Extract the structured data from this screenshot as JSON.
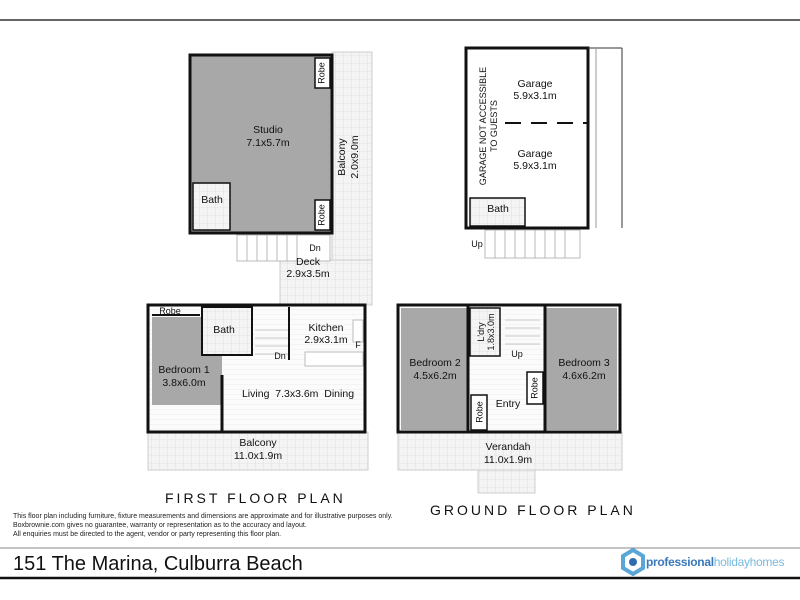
{
  "first_floor": {
    "title": "FIRST FLOOR PLAN",
    "rooms": {
      "studio": {
        "name": "Studio",
        "size": "7.1x5.7m"
      },
      "studio_robe_top": "Robe",
      "studio_robe_bottom": "Robe",
      "studio_bath": "Bath",
      "balcony_side": {
        "name": "Balcony",
        "size": "2.0x9.0m"
      },
      "stairs_dn_upper": "Dn",
      "deck": {
        "name": "Deck",
        "size": "2.9x3.5m"
      },
      "robe": "Robe",
      "bath": "Bath",
      "kitchen": {
        "name": "Kitchen",
        "size": "2.9x3.1m"
      },
      "fridge": "F",
      "stairs_dn": "Dn",
      "bedroom1": {
        "name": "Bedroom 1",
        "size": "3.8x6.0m"
      },
      "living": "Living  7.3x3.6m  Dining",
      "balcony": {
        "name": "Balcony",
        "size": "11.0x1.9m"
      }
    }
  },
  "ground_floor": {
    "title": "GROUND FLOOR PLAN",
    "rooms": {
      "garage1": {
        "name": "Garage",
        "size": "5.9x3.1m"
      },
      "garage2": {
        "name": "Garage",
        "size": "5.9x3.1m"
      },
      "garage_notice_1": "GARAGE NOT ACCESSIBLE",
      "garage_notice_2": "TO GUESTS",
      "garage_bath": "Bath",
      "stairs_up_garage": "Up",
      "bedroom2": {
        "name": "Bedroom 2",
        "size": "4.5x6.2m"
      },
      "bedroom3": {
        "name": "Bedroom 3",
        "size": "4.6x6.2m"
      },
      "laundry": {
        "name": "L'dry",
        "size": "1.8x3.0m"
      },
      "stairs_up": "Up",
      "robe_left": "Robe",
      "robe_right": "Robe",
      "entry": "Entry",
      "verandah": {
        "name": "Verandah",
        "size": "11.0x1.9m"
      }
    }
  },
  "disclaimer": [
    "This floor plan including furniture, fixture measurements and dimensions are approximate and for illustrative purposes only.",
    "Boxbrownie.com gives no guarantee, warranty or representation as to the accuracy and layout.",
    "All enquiries must be directed to the agent, vendor or party representing this floor plan."
  ],
  "address": "151 The Marina, Culburra Beach",
  "logo": {
    "bold": "professional",
    "light": "holidayhomes",
    "color_dark": "#3a78b8",
    "color_light": "#79b9e0"
  },
  "colors": {
    "room_fill": "#a8a8a8",
    "wall": "#111111",
    "outdoor_fill": "#f2f2f2"
  }
}
